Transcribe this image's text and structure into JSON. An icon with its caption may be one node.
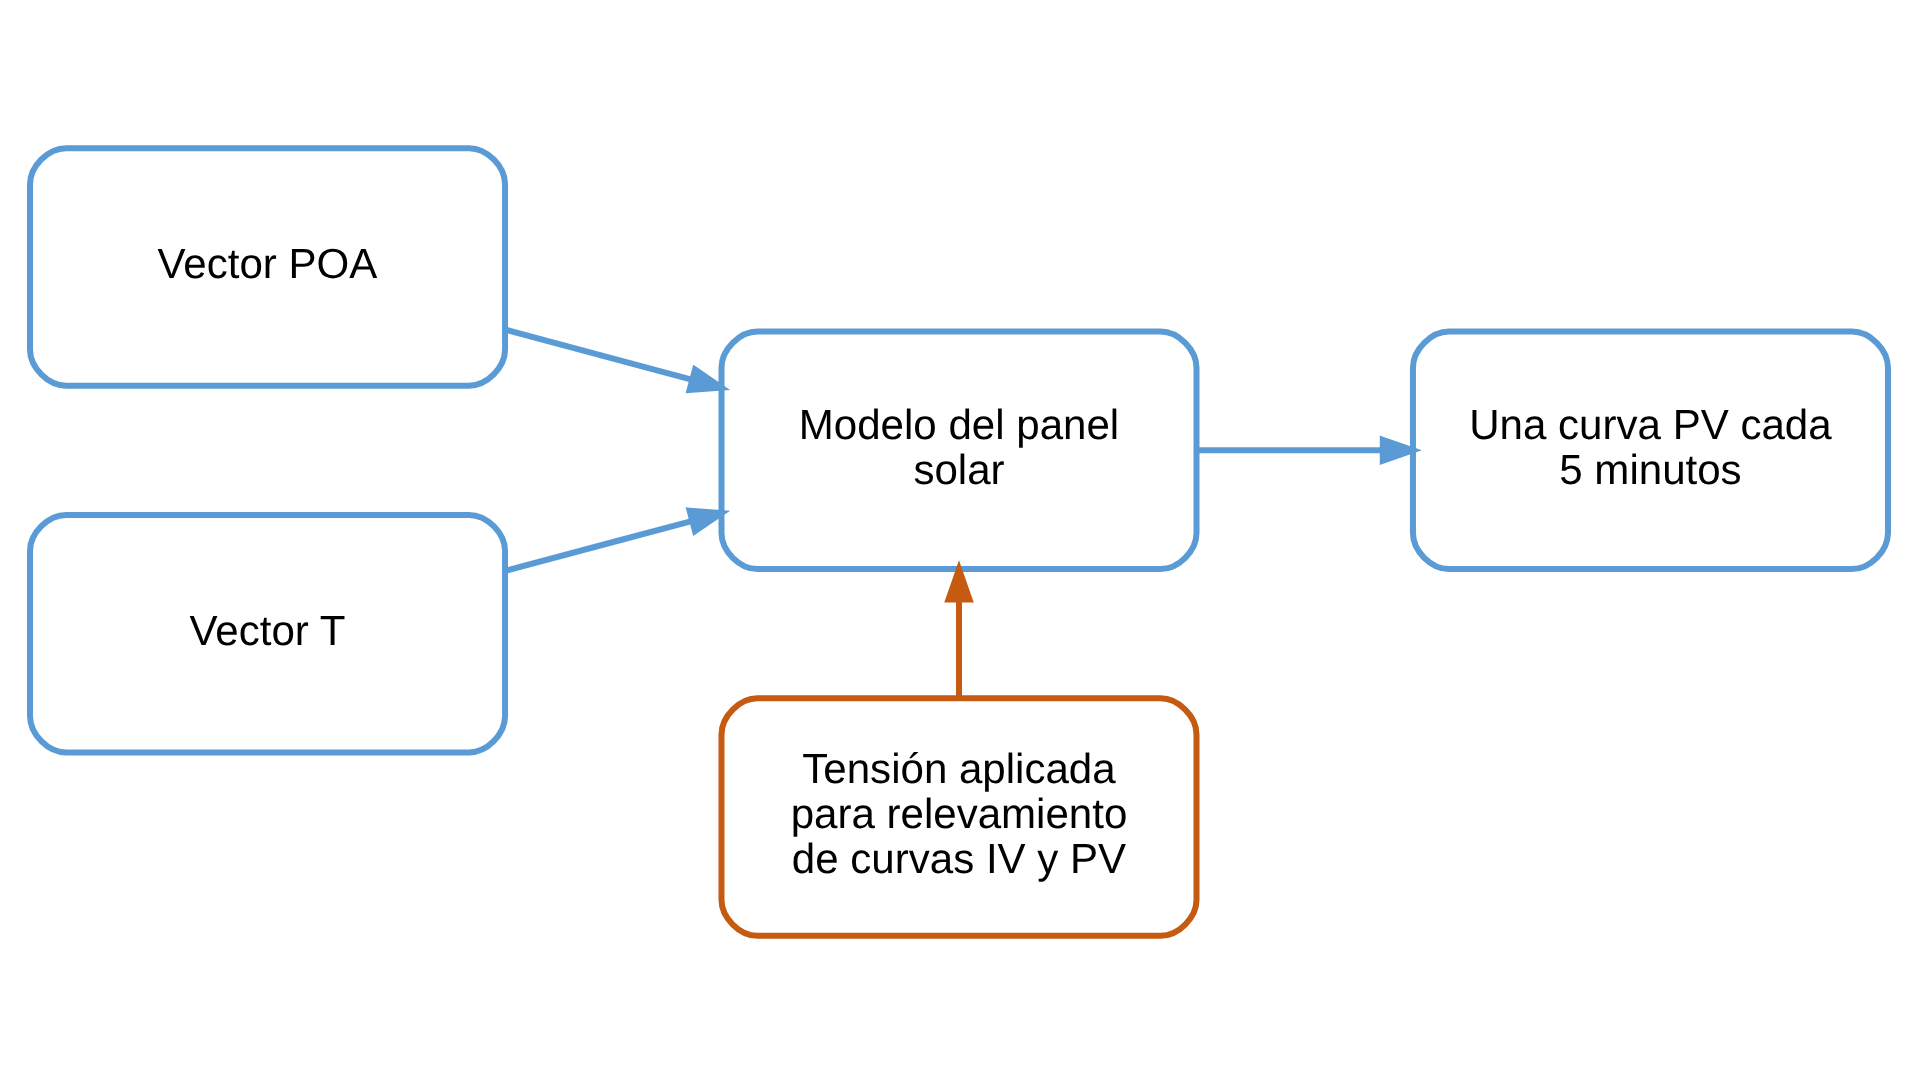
{
  "diagram": {
    "nodes": [
      {
        "text": [
          "Vector POA"
        ]
      },
      {
        "text": [
          "Vector T"
        ]
      },
      {
        "text": [
          "Modelo del panel solar"
        ]
      },
      {
        "text": [
          "Una curva PV cada 5 minutos"
        ]
      },
      {
        "text": [
          "Tensión aplicada para relevamiento de curvas IV y PV"
        ]
      }
    ],
    "edges": [
      {
        "from": 0,
        "to": 2,
        "arrow": "to"
      },
      {
        "from": 1,
        "to": 2,
        "arrow": "to"
      },
      {
        "from": 2,
        "to": 3,
        "arrow": "to"
      },
      {
        "from": 4,
        "to": 2,
        "arrow": "to",
        "color": "#c55a11"
      }
    ]
  }
}
